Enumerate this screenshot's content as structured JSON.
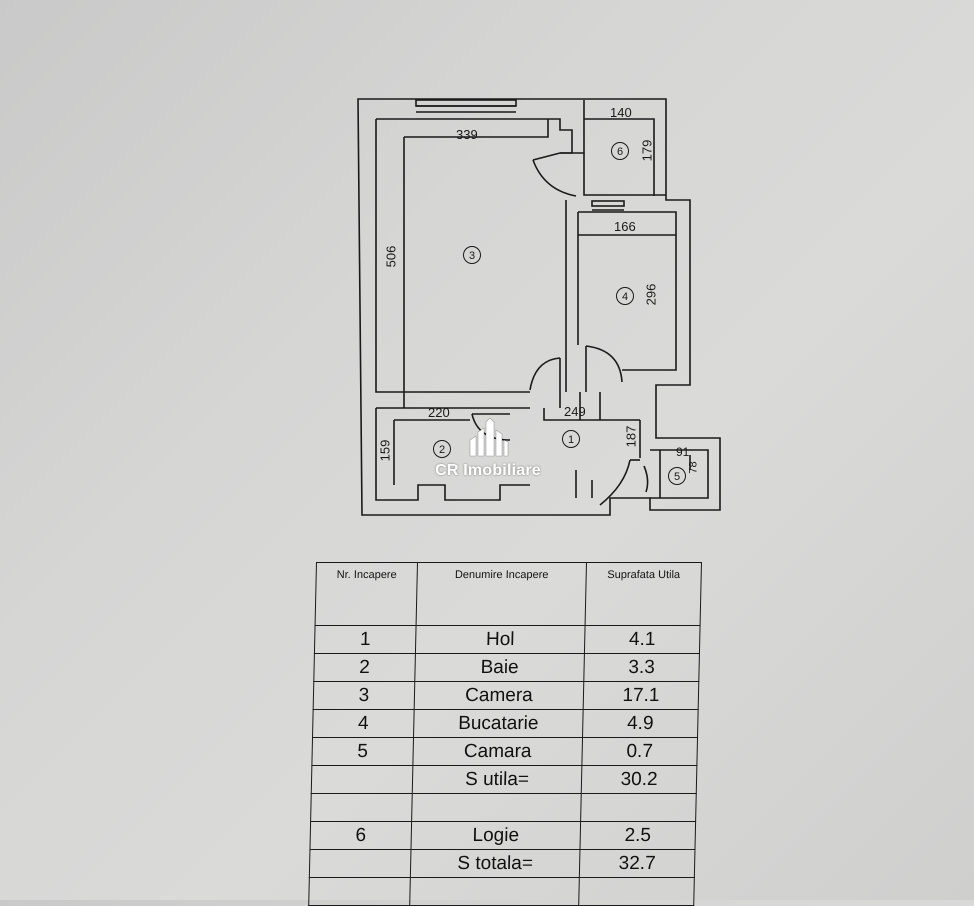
{
  "floor_plan": {
    "watermark": "CR Imobiliare",
    "logo_icon": "building-skyline-icon",
    "dimensions": {
      "room3_width": "339",
      "room3_height": "506",
      "room6_width": "140",
      "room6_height": "179",
      "room4_width": "166",
      "room4_height": "296",
      "room2_width": "220",
      "room2_height": "159",
      "room1_width": "249",
      "room1_height": "187",
      "room5_width": "91",
      "room5_height": "78"
    },
    "rooms": [
      "1",
      "2",
      "3",
      "4",
      "5",
      "6"
    ]
  },
  "table": {
    "headers": [
      "Nr. Incapere",
      "Denumire Incapere",
      "Suprafata Utila"
    ],
    "rows": [
      {
        "nr": "1",
        "name": "Hol",
        "area": "4.1"
      },
      {
        "nr": "2",
        "name": "Baie",
        "area": "3.3"
      },
      {
        "nr": "3",
        "name": "Camera",
        "area": "17.1"
      },
      {
        "nr": "4",
        "name": "Bucatarie",
        "area": "4.9"
      },
      {
        "nr": "5",
        "name": "Camara",
        "area": "0.7"
      },
      {
        "nr": "",
        "name": "S utila=",
        "area": "30.2"
      },
      {
        "nr": "",
        "name": "",
        "area": ""
      },
      {
        "nr": "6",
        "name": "Logie",
        "area": "2.5"
      },
      {
        "nr": "",
        "name": "S totala=",
        "area": "32.7"
      },
      {
        "nr": "",
        "name": "",
        "area": ""
      }
    ]
  }
}
